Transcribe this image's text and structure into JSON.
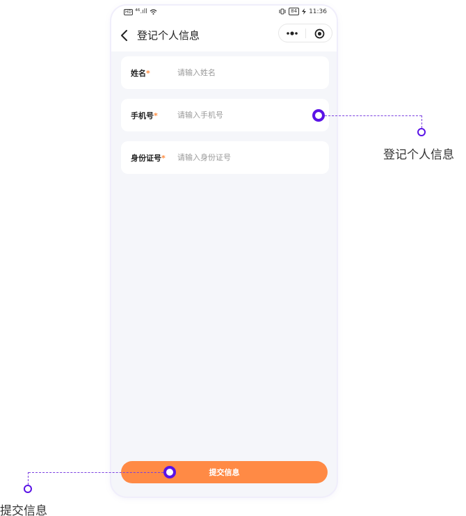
{
  "status_bar": {
    "left_signal": "⁴⁶.ıll",
    "battery": "84",
    "time": "11:36"
  },
  "nav": {
    "title": "登记个人信息"
  },
  "form": {
    "fields": [
      {
        "label": "姓名",
        "required_mark": "*",
        "placeholder": "请输入姓名"
      },
      {
        "label": "手机号",
        "required_mark": "*",
        "placeholder": "请输入手机号"
      },
      {
        "label": "身份证号",
        "required_mark": "*",
        "placeholder": "请输入身份证号"
      }
    ]
  },
  "submit_button": {
    "label": "提交信息"
  },
  "annotations": {
    "register": "登记个人信息",
    "submit": "提交信息"
  },
  "colors": {
    "accent_orange": "#ff8a45",
    "marker_purple": "#5a13e6",
    "page_bg": "#f5f6fa"
  }
}
